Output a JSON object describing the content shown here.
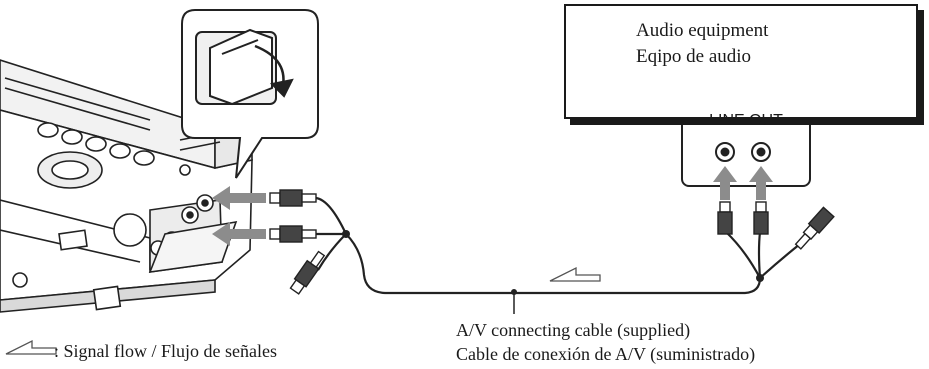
{
  "audio_equipment": {
    "label_en": "Audio equipment",
    "label_es": "Eqipo de audio"
  },
  "jack_panel": {
    "label": "LINE OUT"
  },
  "cable": {
    "label_en": "A/V connecting cable (supplied)",
    "label_es": "Cable de conexión de A/V (suministrado)"
  },
  "legend": {
    "signal_flow": ": Signal flow / Flujo de señales"
  }
}
